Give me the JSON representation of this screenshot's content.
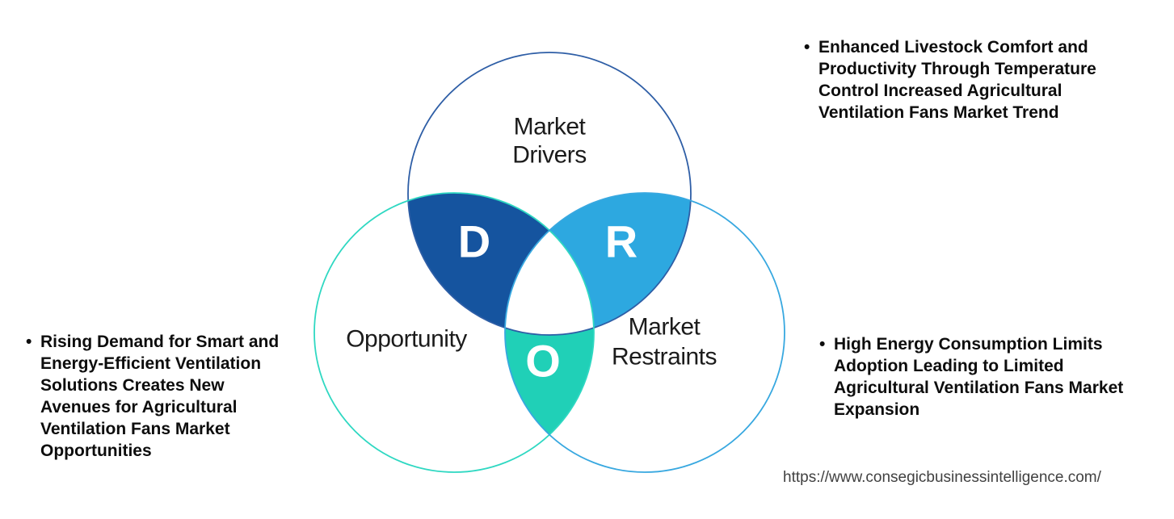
{
  "diagram": {
    "circles": {
      "drivers": {
        "label_lines": [
          "Market",
          "Drivers"
        ],
        "outline_color": "#2E5EA6"
      },
      "opportunity": {
        "label": "Opportunity",
        "outline_color": "#2FD8C2"
      },
      "restraints": {
        "label_lines": [
          "Market",
          "Restraints"
        ],
        "outline_color": "#38A8E0"
      }
    },
    "regions": {
      "drivers_letter": "D",
      "drivers_fill": "#15549F",
      "restraints_letter": "R",
      "restraints_fill": "#2DA8E0",
      "opportunity_letter": "O",
      "opportunity_fill": "#20D0B7",
      "center_fill": "#FFFFFF",
      "letter_color": "#FFFFFF"
    }
  },
  "bullets": {
    "marker": "•",
    "driver_trend": {
      "lines": [
        "Enhanced Livestock Comfort and",
        "Productivity Through Temperature",
        "Control Increased Agricultural",
        "Ventilation Fans Market Trend"
      ]
    },
    "opportunity": {
      "lines": [
        "Rising Demand for Smart and",
        "Energy-Efficient Ventilation",
        "Solutions Creates New",
        "Avenues for Agricultural",
        "Ventilation Fans Market",
        "Opportunities"
      ]
    },
    "restraint": {
      "lines": [
        "High Energy Consumption Limits",
        "Adoption Leading to Limited",
        "Agricultural Ventilation Fans Market",
        "Expansion"
      ]
    }
  },
  "footer": {
    "url": "https://www.consegicbusinessintelligence.com/"
  }
}
